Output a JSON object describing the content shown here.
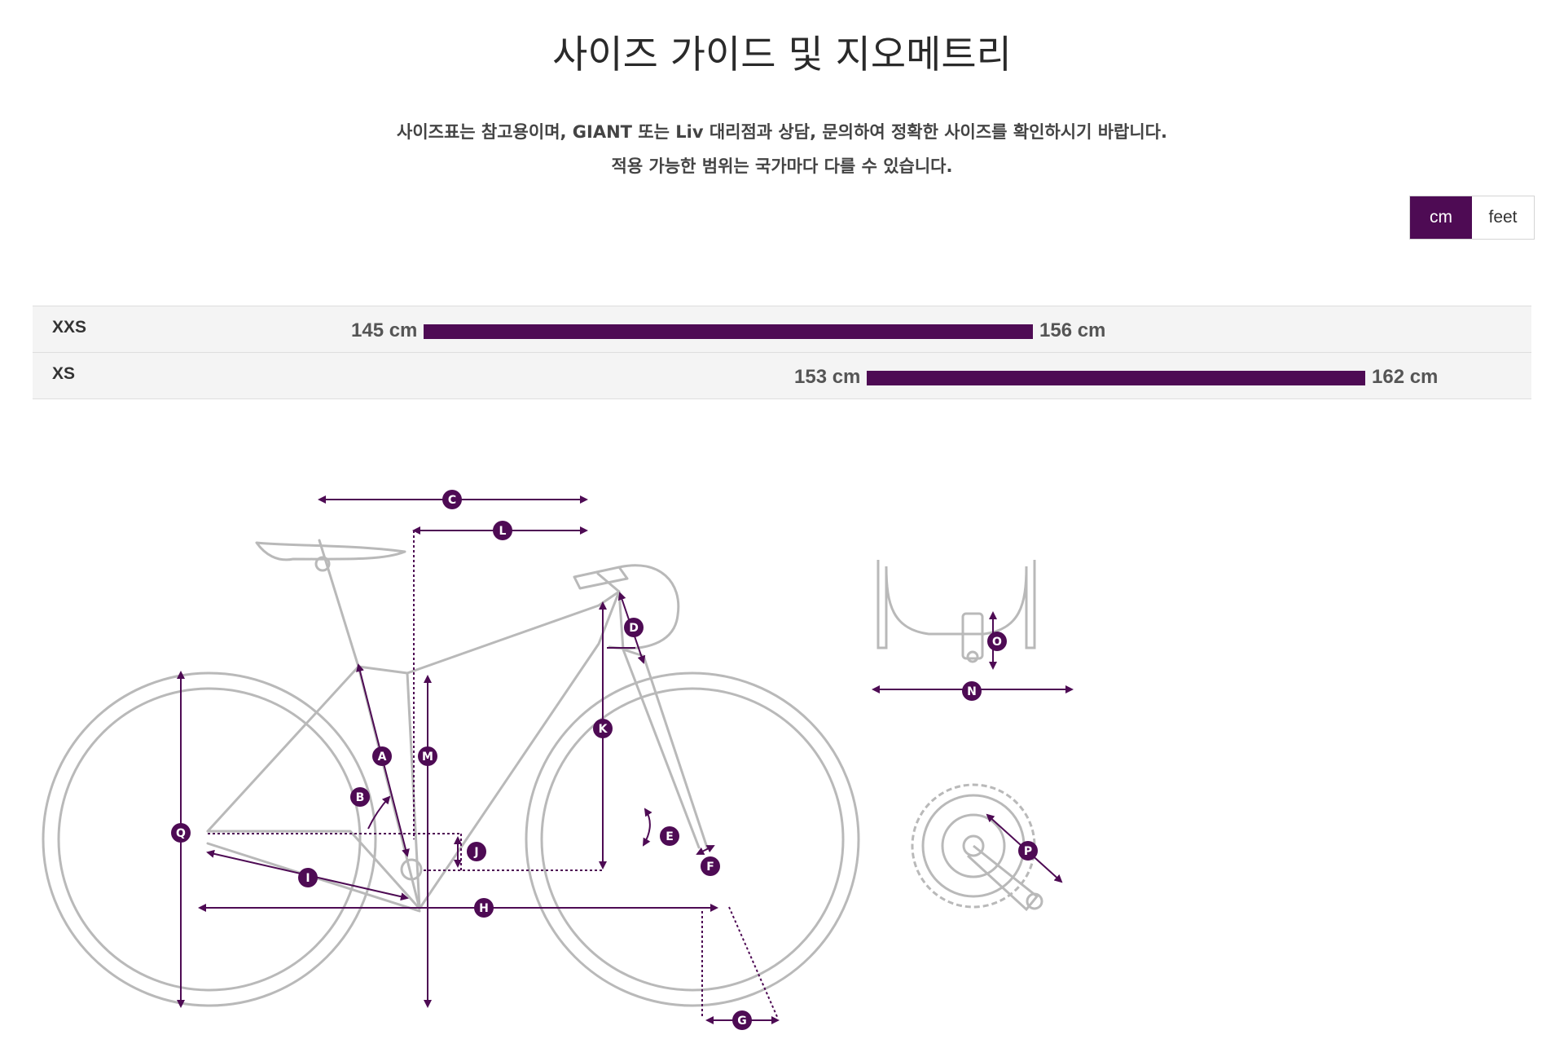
{
  "page": {
    "title": "사이즈 가이드 및 지오메트리",
    "notice_line1": "사이즈표는 참고용이며, GIANT 또는 Liv 대리점과 상담, 문의하여 정확한 사이즈를 확인하시기 바랍니다.",
    "notice_line2": "적용 가능한 범위는 국가마다 다를 수 있습니다."
  },
  "unit_toggle": {
    "options": [
      {
        "label": "cm",
        "selected": true
      },
      {
        "label": "feet",
        "selected": false
      }
    ]
  },
  "size_chart": {
    "unit": "cm",
    "scale_min": 140,
    "scale_max": 165,
    "rows": [
      {
        "size": "XXS",
        "min": 145,
        "max": 156,
        "min_label": "145 cm",
        "max_label": "156 cm"
      },
      {
        "size": "XS",
        "min": 153,
        "max": 162,
        "min_label": "153 cm",
        "max_label": "162 cm"
      }
    ]
  },
  "geometry_diagram": {
    "labels": [
      "A",
      "B",
      "C",
      "D",
      "E",
      "F",
      "G",
      "H",
      "I",
      "J",
      "K",
      "L",
      "M",
      "N",
      "O",
      "P",
      "Q"
    ]
  },
  "colors": {
    "accent": "#4e0b54",
    "line_art": "#b9b9b9",
    "row_background": "#f4f4f4"
  }
}
